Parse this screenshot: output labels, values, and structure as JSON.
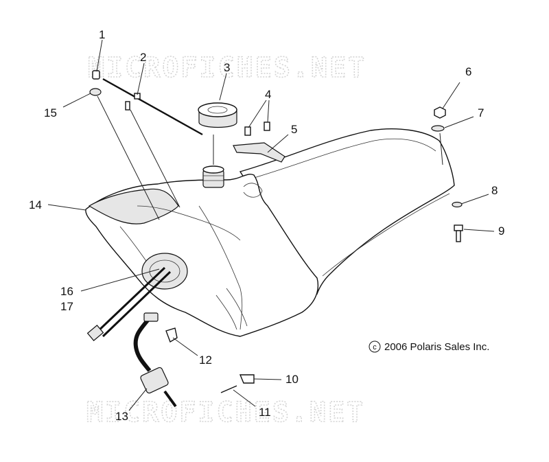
{
  "watermark": "MICROFICHES.NET",
  "copyright": "2006 Polaris Sales Inc.",
  "copyright_symbol": "c",
  "callouts": [
    "1",
    "2",
    "3",
    "4",
    "5",
    "6",
    "7",
    "8",
    "9",
    "10",
    "11",
    "12",
    "13",
    "14",
    "15",
    "16",
    "17"
  ]
}
